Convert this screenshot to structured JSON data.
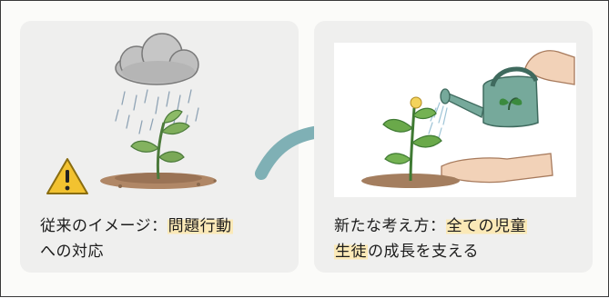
{
  "left_card": {
    "caption_plain": "従来のイメージ：",
    "caption_highlight": "問題行動",
    "caption_line2": "への対応"
  },
  "right_card": {
    "caption_plain": "新たな考え方：",
    "caption_highlight_1": "全ての児童",
    "caption_highlight_2": "生徒",
    "caption_line2_rest": "の成長を支える"
  },
  "colors": {
    "highlight": "#fbe9b7",
    "card_bg": "#efefee",
    "arrow": "#7fb0b5",
    "warning": "#f2c230"
  },
  "icons": [
    "cloud-icon",
    "rain-icon",
    "warning-icon",
    "plant-icon",
    "watering-can-icon",
    "hand-icon",
    "arrow-icon"
  ]
}
